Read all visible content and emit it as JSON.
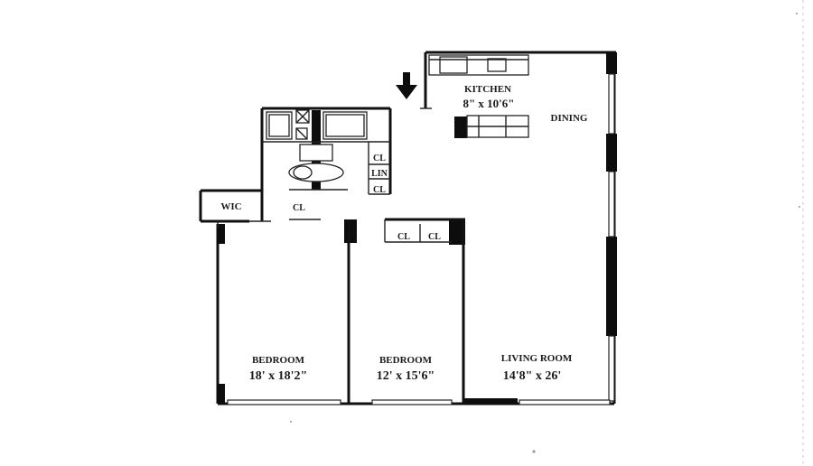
{
  "rooms": {
    "kitchen": {
      "name": "KITCHEN",
      "size": "8\" x 10'6\""
    },
    "dining": {
      "name": "DINING"
    },
    "bedroom1": {
      "name": "BEDROOM",
      "size": "18' x 18'2\""
    },
    "bedroom2": {
      "name": "BEDROOM",
      "size": "12' x 15'6\""
    },
    "living": {
      "name": "LIVING ROOM",
      "size": "14'8\" x 26'"
    }
  },
  "closets": {
    "wic": "WIC",
    "cl": "CL",
    "lin": "LIN"
  },
  "icons": {
    "entry": "down-arrow-icon"
  },
  "colors": {
    "wall": "#111111",
    "background": "#ffffff"
  }
}
